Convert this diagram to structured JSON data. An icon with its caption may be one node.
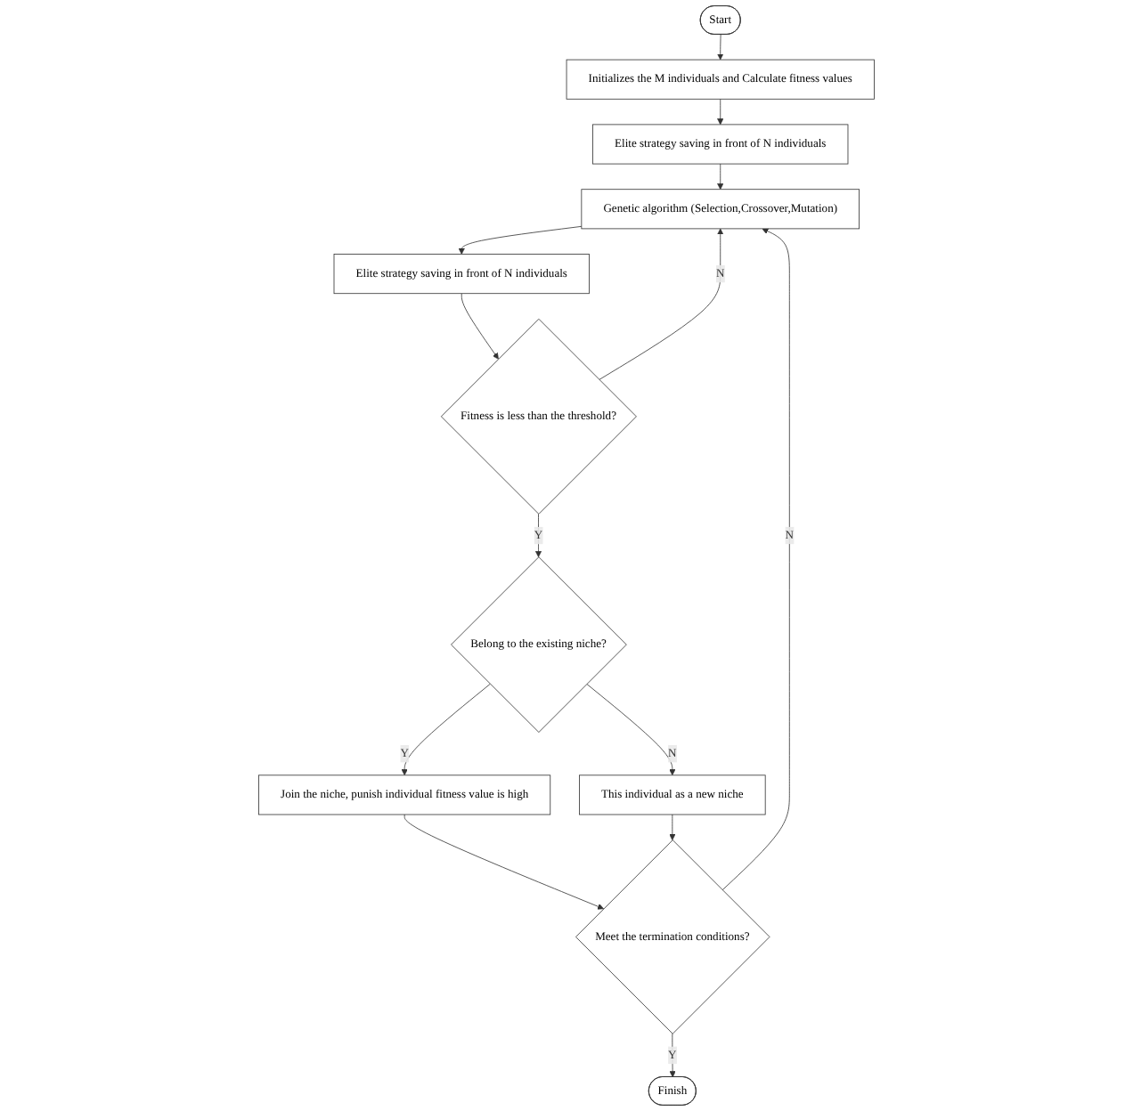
{
  "diagram": {
    "nodes": [
      {
        "text": [
          "Start"
        ]
      },
      {
        "text": [
          "Initializes the M individuals and Calculate fitness values"
        ]
      },
      {
        "text": [
          "Elite strategy saving in front of N individuals"
        ]
      },
      {
        "text": [
          "Genetic algorithm (Selection,Crossover,Mutation)"
        ]
      },
      {
        "text": [
          "Elite strategy saving in front of N individuals"
        ]
      },
      {
        "text": [
          "Fitness is less than the threshold?"
        ]
      },
      {
        "text": [
          "Belong to the existing niche?"
        ]
      },
      {
        "text": [
          "This individual as a new niche"
        ]
      },
      {
        "text": [
          "Join the niche, punish individual fitness value is high"
        ]
      },
      {
        "text": [
          "Meet the termination conditions?"
        ]
      },
      {
        "text": [
          "Finish"
        ]
      }
    ],
    "edges": [
      {
        "from": 0,
        "to": 1,
        "arrow": "to"
      },
      {
        "from": 1,
        "to": 2,
        "arrow": "to"
      },
      {
        "from": 2,
        "to": 3,
        "arrow": "to"
      },
      {
        "from": 3,
        "to": 4,
        "arrow": "to"
      },
      {
        "from": 4,
        "to": 5,
        "arrow": "to"
      },
      {
        "from": 5,
        "to": 3,
        "arrow": "to",
        "label": "N"
      },
      {
        "from": 5,
        "to": 6,
        "arrow": "to",
        "label": "Y"
      },
      {
        "from": 6,
        "to": 7,
        "arrow": "to",
        "label": "N"
      },
      {
        "from": 6,
        "to": 8,
        "arrow": "to",
        "label": "Y"
      },
      {
        "from": 8,
        "to": 9,
        "arrow": "to"
      },
      {
        "from": 7,
        "to": 9,
        "arrow": "to"
      },
      {
        "from": 9,
        "to": 3,
        "arrow": "to",
        "label": "N"
      },
      {
        "from": 9,
        "to": 10,
        "arrow": "to",
        "label": "Y"
      }
    ]
  }
}
